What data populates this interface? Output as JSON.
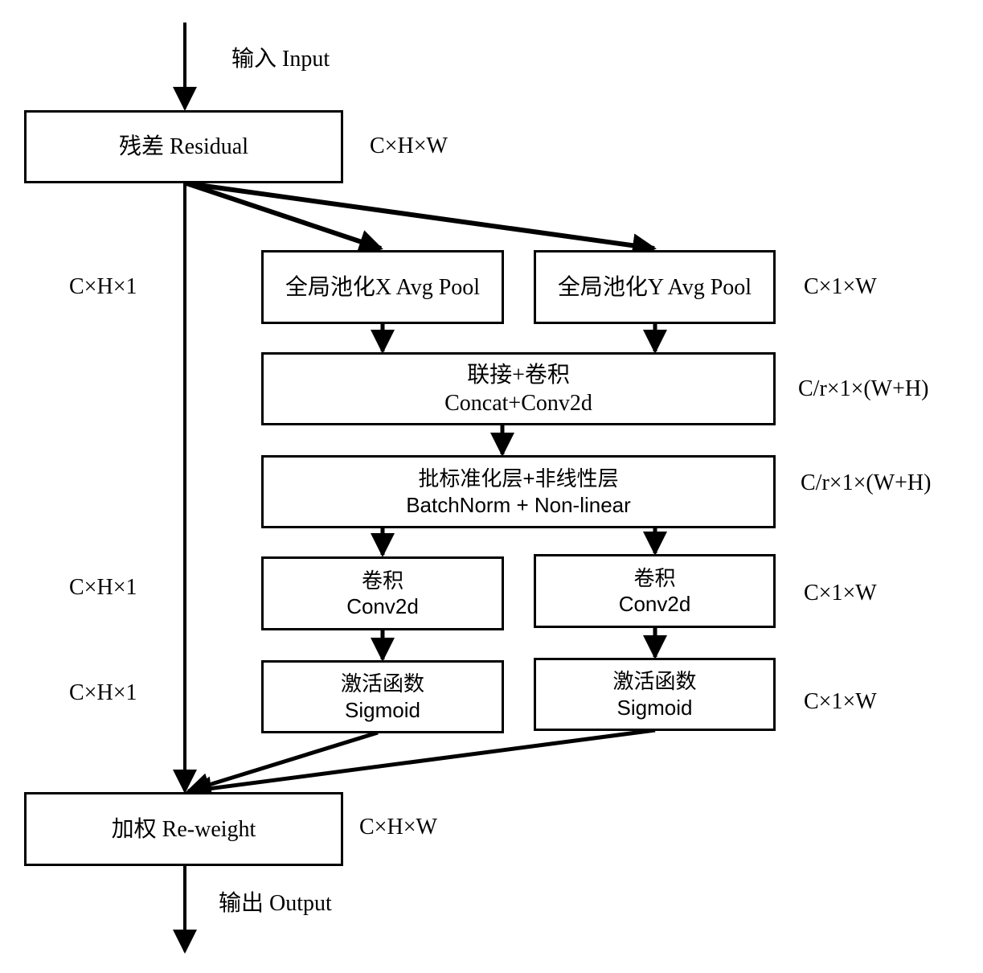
{
  "diagram": {
    "input_label": "输入 Input",
    "output_label": "输出 Output",
    "nodes": {
      "residual": {
        "line1": "残差 Residual"
      },
      "x_avg_pool": {
        "line1": "全局池化X Avg Pool"
      },
      "y_avg_pool": {
        "line1": "全局池化Y Avg Pool"
      },
      "concat_conv": {
        "line1": "联接+卷积",
        "line2": "Concat+Conv2d"
      },
      "bn_nonlinear": {
        "line1": "批标准化层+非线性层",
        "line2": "BatchNorm + Non-linear"
      },
      "conv_left": {
        "line1": "卷积",
        "line2": "Conv2d"
      },
      "conv_right": {
        "line1": "卷积",
        "line2": "Conv2d"
      },
      "sigmoid_left": {
        "line1": "激活函数",
        "line2": "Sigmoid"
      },
      "sigmoid_right": {
        "line1": "激活函数",
        "line2": "Sigmoid"
      },
      "reweight": {
        "line1": "加权 Re-weight"
      }
    },
    "dimensions": {
      "residual": "C×H×W",
      "x_pool": "C×H×1",
      "y_pool": "C×1×W",
      "concat": "C/r×1×(W+H)",
      "bn": "C/r×1×(W+H)",
      "conv_left": "C×H×1",
      "conv_right": "C×1×W",
      "sigmoid_left": "C×H×1",
      "sigmoid_right": "C×1×W",
      "reweight": "C×H×W"
    },
    "edges": [
      {
        "from": "input",
        "to": "residual"
      },
      {
        "from": "residual",
        "to": "x_avg_pool"
      },
      {
        "from": "residual",
        "to": "y_avg_pool"
      },
      {
        "from": "residual",
        "to": "reweight"
      },
      {
        "from": "x_avg_pool",
        "to": "concat_conv"
      },
      {
        "from": "y_avg_pool",
        "to": "concat_conv"
      },
      {
        "from": "concat_conv",
        "to": "bn_nonlinear"
      },
      {
        "from": "bn_nonlinear",
        "to": "conv_left"
      },
      {
        "from": "bn_nonlinear",
        "to": "conv_right"
      },
      {
        "from": "conv_left",
        "to": "sigmoid_left"
      },
      {
        "from": "conv_right",
        "to": "sigmoid_right"
      },
      {
        "from": "sigmoid_left",
        "to": "reweight"
      },
      {
        "from": "sigmoid_right",
        "to": "reweight"
      },
      {
        "from": "reweight",
        "to": "output"
      }
    ]
  }
}
